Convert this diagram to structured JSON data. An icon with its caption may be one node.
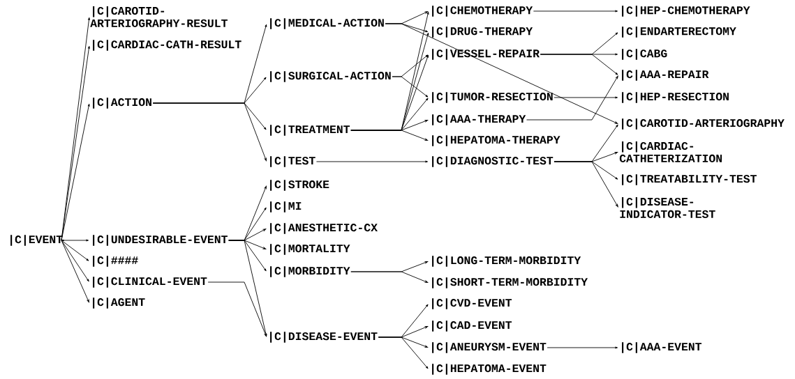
{
  "diagram": {
    "nodes": [
      {
        "text": [
          "|C|EVENT"
        ]
      },
      {
        "text": [
          "|C|CAROTID- ARTERIOGRAPHY-RESULT"
        ]
      },
      {
        "text": [
          "|C|CARDIAC-CATH-RESULT"
        ]
      },
      {
        "text": [
          "|C|ACTION"
        ]
      },
      {
        "text": [
          "|C|UNDESIRABLE-EVENT"
        ]
      },
      {
        "text": [
          "|C|####"
        ]
      },
      {
        "text": [
          "|C|CLINICAL-EVENT"
        ]
      },
      {
        "text": [
          "|C|AGENT"
        ]
      },
      {
        "text": [
          "|C|MEDICAL-ACTION"
        ]
      },
      {
        "text": [
          "|C|SURGICAL-ACTION"
        ]
      },
      {
        "text": [
          "|C|TREATMENT"
        ]
      },
      {
        "text": [
          "|C|TEST"
        ]
      },
      {
        "text": [
          "|C|STROKE"
        ]
      },
      {
        "text": [
          "|C|MI"
        ]
      },
      {
        "text": [
          "|C|ANESTHETIC-CX"
        ]
      },
      {
        "text": [
          "|C|MORTALITY"
        ]
      },
      {
        "text": [
          "|C|MORBIDITY"
        ]
      },
      {
        "text": [
          "|C|DISEASE-EVENT"
        ]
      },
      {
        "text": [
          "|C|CHEMOTHERAPY"
        ]
      },
      {
        "text": [
          "|C|DRUG-THERAPY"
        ]
      },
      {
        "text": [
          "|C|VESSEL-REPAIR"
        ]
      },
      {
        "text": [
          "|C|TUMOR-RESECTION"
        ]
      },
      {
        "text": [
          "|C|AAA-THERAPY"
        ]
      },
      {
        "text": [
          "|C|HEPATOMA-THERAPY"
        ]
      },
      {
        "text": [
          "|C|DIAGNOSTIC-TEST"
        ]
      },
      {
        "text": [
          "|C|LONG-TERM-MORBIDITY"
        ]
      },
      {
        "text": [
          "|C|SHORT-TERM-MORBIDITY"
        ]
      },
      {
        "text": [
          "|C|CVD-EVENT"
        ]
      },
      {
        "text": [
          "|C|CAD-EVENT"
        ]
      },
      {
        "text": [
          "|C|ANEURYSM-EVENT"
        ]
      },
      {
        "text": [
          "|C|HEPATOMA-EVENT"
        ]
      },
      {
        "text": [
          "|C|HEP-CHEMOTHERAPY"
        ]
      },
      {
        "text": [
          "|C|ENDARTERECTOMY"
        ]
      },
      {
        "text": [
          "|C|CABG"
        ]
      },
      {
        "text": [
          "|C|AAA-REPAIR"
        ]
      },
      {
        "text": [
          "|C|HEP-RESECTION"
        ]
      },
      {
        "text": [
          "|C|CAROTID-ARTERIOGRAPHY"
        ]
      },
      {
        "text": [
          "|C|CARDIAC- CATHETERIZATION"
        ]
      },
      {
        "text": [
          "|C|TREATABILITY-TEST"
        ]
      },
      {
        "text": [
          "|C|DISEASE- INDICATOR-TEST"
        ]
      },
      {
        "text": [
          "|C|AAA-EVENT"
        ]
      }
    ],
    "edges": [
      {
        "from": 0,
        "to": 1,
        "arrow": "to"
      },
      {
        "from": 0,
        "to": 2,
        "arrow": "to"
      },
      {
        "from": 0,
        "to": 3,
        "arrow": "to"
      },
      {
        "from": 0,
        "to": 4,
        "arrow": "to"
      },
      {
        "from": 0,
        "to": 5,
        "arrow": "to"
      },
      {
        "from": 0,
        "to": 6,
        "arrow": "to"
      },
      {
        "from": 0,
        "to": 7,
        "arrow": "to"
      },
      {
        "from": 3,
        "to": 8,
        "arrow": "to"
      },
      {
        "from": 3,
        "to": 9,
        "arrow": "to"
      },
      {
        "from": 3,
        "to": 10,
        "arrow": "to"
      },
      {
        "from": 3,
        "to": 11,
        "arrow": "to"
      },
      {
        "from": 4,
        "to": 12,
        "arrow": "to"
      },
      {
        "from": 4,
        "to": 13,
        "arrow": "to"
      },
      {
        "from": 4,
        "to": 14,
        "arrow": "to"
      },
      {
        "from": 4,
        "to": 15,
        "arrow": "to"
      },
      {
        "from": 4,
        "to": 16,
        "arrow": "to"
      },
      {
        "from": 4,
        "to": 17,
        "arrow": "to"
      },
      {
        "from": 6,
        "to": 17,
        "arrow": "to"
      },
      {
        "from": 8,
        "to": 18,
        "arrow": "to"
      },
      {
        "from": 8,
        "to": 19,
        "arrow": "to"
      },
      {
        "from": 8,
        "to": 36,
        "arrow": "to"
      },
      {
        "from": 9,
        "to": 20,
        "arrow": "to"
      },
      {
        "from": 9,
        "to": 21,
        "arrow": "to"
      },
      {
        "from": 10,
        "to": 18,
        "arrow": "to"
      },
      {
        "from": 10,
        "to": 19,
        "arrow": "to"
      },
      {
        "from": 10,
        "to": 20,
        "arrow": "to"
      },
      {
        "from": 10,
        "to": 21,
        "arrow": "to"
      },
      {
        "from": 10,
        "to": 22,
        "arrow": "to"
      },
      {
        "from": 10,
        "to": 23,
        "arrow": "to"
      },
      {
        "from": 11,
        "to": 24,
        "arrow": "to"
      },
      {
        "from": 16,
        "to": 25,
        "arrow": "to"
      },
      {
        "from": 16,
        "to": 26,
        "arrow": "to"
      },
      {
        "from": 17,
        "to": 27,
        "arrow": "to"
      },
      {
        "from": 17,
        "to": 28,
        "arrow": "to"
      },
      {
        "from": 17,
        "to": 29,
        "arrow": "to"
      },
      {
        "from": 17,
        "to": 30,
        "arrow": "to"
      },
      {
        "from": 18,
        "to": 31,
        "arrow": "to"
      },
      {
        "from": 20,
        "to": 32,
        "arrow": "to"
      },
      {
        "from": 20,
        "to": 33,
        "arrow": "to"
      },
      {
        "from": 20,
        "to": 34,
        "arrow": "to"
      },
      {
        "from": 21,
        "to": 35,
        "arrow": "to"
      },
      {
        "from": 22,
        "to": 34,
        "arrow": "to"
      },
      {
        "from": 24,
        "to": 36,
        "arrow": "to"
      },
      {
        "from": 24,
        "to": 37,
        "arrow": "to"
      },
      {
        "from": 24,
        "to": 38,
        "arrow": "to"
      },
      {
        "from": 24,
        "to": 39,
        "arrow": "to"
      },
      {
        "from": 29,
        "to": 40,
        "arrow": "to"
      }
    ]
  }
}
